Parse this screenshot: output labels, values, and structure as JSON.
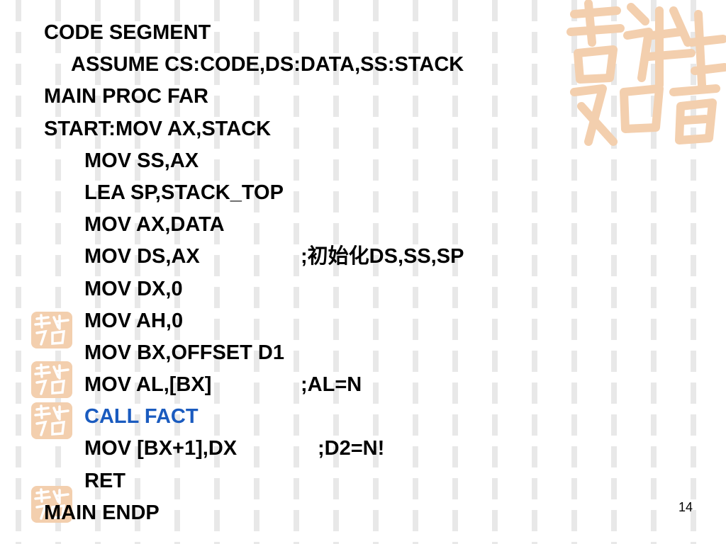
{
  "code_lines": [
    {
      "instr": "CODE SEGMENT",
      "comment": ""
    },
    {
      "instr": "ASSUME CS:CODE,DS:DATA,SS:STACK",
      "comment": ""
    },
    {
      "instr": "MAIN PROC FAR",
      "comment": ""
    },
    {
      "instr": "START:MOV AX,STACK",
      "comment": ""
    },
    {
      "instr": "MOV SS,AX",
      "comment": ""
    },
    {
      "instr": "LEA SP,STACK_TOP",
      "comment": ""
    },
    {
      "instr": "MOV AX,DATA",
      "comment": ""
    },
    {
      "instr": "MOV DS,AX",
      "comment": ";初始化DS,SS,SP"
    },
    {
      "instr": "MOV DX,0",
      "comment": ""
    },
    {
      "instr": "MOV AH,0",
      "comment": ""
    },
    {
      "instr": "MOV BX,OFFSET D1",
      "comment": ""
    },
    {
      "instr": "MOV AL,[BX]",
      "comment": ";AL=N"
    },
    {
      "instr": "CALL FACT",
      "comment": ""
    },
    {
      "instr": "MOV [BX+1],DX",
      "comment": ";D2=N!"
    },
    {
      "instr": "RET",
      "comment": ""
    },
    {
      "instr": "MAIN ENDP",
      "comment": ""
    }
  ],
  "page_number": "14",
  "highlight_color": "#1a5bbf",
  "seal_color": "#f3cfae",
  "decoration": {
    "seal_text": "吉祥如意"
  }
}
